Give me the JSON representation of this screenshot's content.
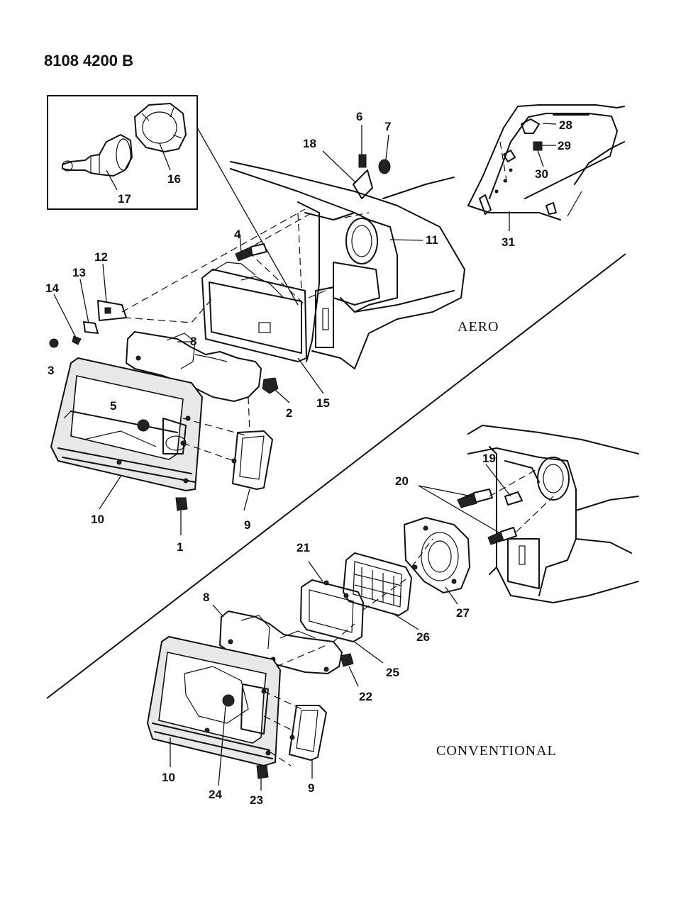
{
  "document": {
    "number": "8108 4200 B"
  },
  "sections": {
    "aero": "AERO",
    "conventional": "CONVENTIONAL"
  },
  "callouts": {
    "c1": "1",
    "c2": "2",
    "c3": "3",
    "c4": "4",
    "c5": "5",
    "c6": "6",
    "c7": "7",
    "c8a": "8",
    "c8b": "8",
    "c9a": "9",
    "c9b": "9",
    "c10a": "10",
    "c10b": "10",
    "c11": "11",
    "c12": "12",
    "c13": "13",
    "c14": "14",
    "c15": "15",
    "c16": "16",
    "c17": "17",
    "c18": "18",
    "c19": "19",
    "c20": "20",
    "c21": "21",
    "c22": "22",
    "c23": "23",
    "c24": "24",
    "c25": "25",
    "c26": "26",
    "c27": "27",
    "c28": "28",
    "c29": "29",
    "c30": "30",
    "c31": "31"
  }
}
